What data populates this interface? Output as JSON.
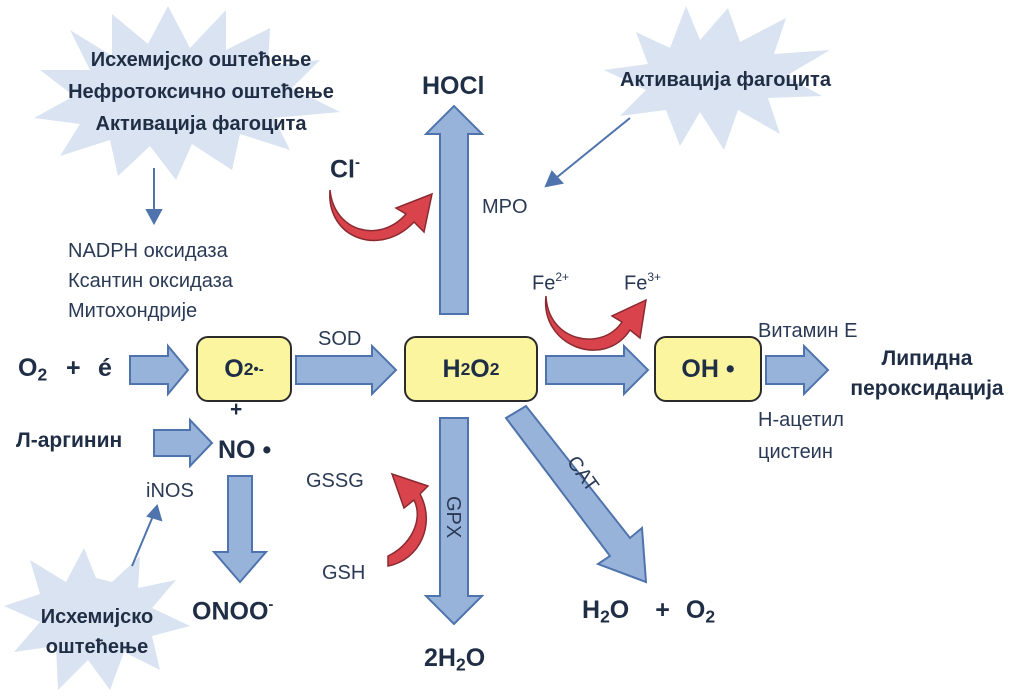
{
  "colors": {
    "arrow_fill": "#98b3da",
    "arrow_stroke": "#4f74ad",
    "box_fill": "#fbf5a0",
    "curve_red": "#d9444c",
    "star_fill": "#d9e3f1",
    "text": "#1f2e45"
  },
  "stars": {
    "top_left": [
      "Исхемијско оштећење",
      "Нефротоксично оштећење",
      "Активација фагоцита"
    ],
    "top_right": "Активација фагоцита",
    "bottom_left": [
      "Исхемијско",
      "оштећење"
    ]
  },
  "sources": [
    "NADPH оксидаза",
    "Ксантин оксидаза",
    "Митохондрије"
  ],
  "start": {
    "o": "O",
    "o_sub": "2",
    "plus": "+",
    "e": "é"
  },
  "boxes": {
    "superoxide": {
      "main": "O",
      "sub": "2",
      "sup": "•-"
    },
    "h2o2": {
      "h": "H",
      "h_sub": "2",
      "o": "O",
      "o_sub": "2"
    },
    "oh": "OH •"
  },
  "labels": {
    "sod": "SOD",
    "plus": "+",
    "no": "NO •",
    "l_arginine": "Л-аргинин",
    "inos": "iNOS",
    "onoo": "ONOO",
    "onoo_sup": "-",
    "hocl": "HOCl",
    "cl": "Cl",
    "cl_sup": "-",
    "mpo": "MPO",
    "fe2": "Fe",
    "fe2_sup": "2+",
    "fe3": "Fe",
    "fe3_sup": "3+",
    "vitamin_e": "Витамин Е",
    "lipid": [
      "Липидна",
      "пероксидација"
    ],
    "nac": [
      "Н-ацетил",
      "цистеин"
    ],
    "gssg": "GSSG",
    "gsh": "GSH",
    "gpx": "GPX",
    "cat": "CAT",
    "water_bottom": {
      "coef": "2H",
      "sub": "2",
      "o": "O"
    },
    "products": {
      "h": "H",
      "h_sub": "2",
      "o": "O",
      "plus": "+",
      "o2": "O",
      "o2_sub": "2"
    }
  }
}
